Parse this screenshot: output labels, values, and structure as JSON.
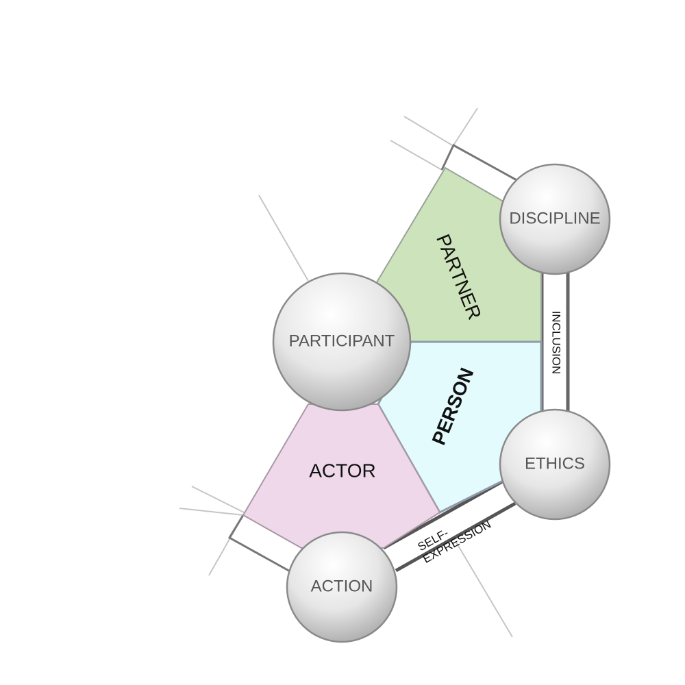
{
  "nodes": {
    "participant": "PARTICIPANT",
    "discipline": "DISCIPLINE",
    "ethics": "ETHICS",
    "action": "ACTION"
  },
  "regions": {
    "partner": "PARTNER",
    "person": "PERSON",
    "actor": "ACTOR"
  },
  "connectors": {
    "inclusion": "INCLUSION",
    "self_expression_line1": "SELF-",
    "self_expression_line2": "EXPRESSION"
  },
  "colors": {
    "partner_fill": "#cde3bb",
    "person_fill": "#e3fbfd",
    "actor_fill": "#eed8e9",
    "node_fill": "#e4e4e4",
    "node_stroke": "#8a8a8a",
    "connector_stroke": "#666666"
  }
}
